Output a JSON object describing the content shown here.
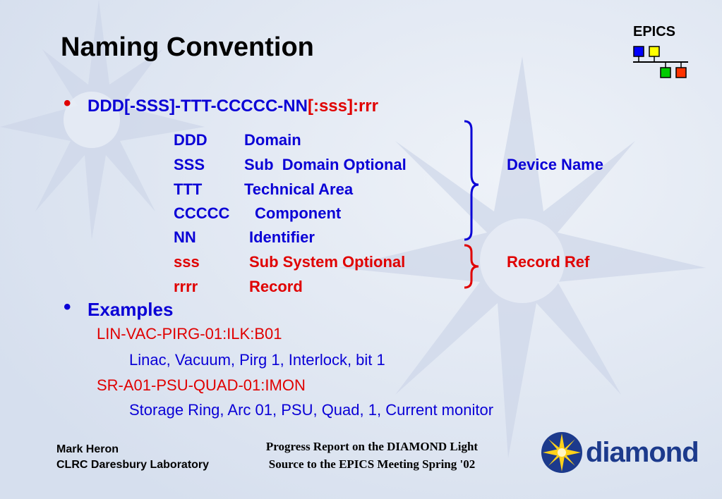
{
  "slide": {
    "title": "Naming Convention",
    "epics_label": "EPICS"
  },
  "format": {
    "blue": "DDD[-SSS]-TTT-CCCCC-NN",
    "red": "[:sss]:rrr"
  },
  "fields": [
    {
      "code": "DDD",
      "desc": "Domain",
      "color": "#0a00d6"
    },
    {
      "code": "SSS",
      "desc": "Sub  Domain Optional",
      "color": "#0a00d6"
    },
    {
      "code": "TTT",
      "desc": "Technical Area",
      "color": "#0a00d6"
    },
    {
      "code": "CCCCC",
      "desc": "Component",
      "color": "#0a00d6"
    },
    {
      "code": "NN",
      "desc": "Identifier",
      "color": "#0a00d6"
    },
    {
      "code": "sss",
      "desc": "Sub System Optional",
      "color": "#e00000"
    },
    {
      "code": "rrrr",
      "desc": "Record",
      "color": "#e00000"
    }
  ],
  "groups": {
    "device_name": "Device Name",
    "record_ref": "Record Ref"
  },
  "examples": {
    "heading": "Examples",
    "items": [
      {
        "code": "LIN-VAC-PIRG-01:ILK:B01",
        "desc": "Linac, Vacuum, Pirg 1, Interlock, bit 1"
      },
      {
        "code": "SR-A01-PSU-QUAD-01:IMON",
        "desc": "Storage Ring, Arc 01, PSU, Quad, 1, Current monitor"
      }
    ]
  },
  "footer": {
    "author": "Mark Heron",
    "org": "CLRC Daresbury Laboratory",
    "report_line1": "Progress Report on the DIAMOND Light",
    "report_line2": "Source to the EPICS Meeting Spring '02",
    "logo_text": "diamond"
  },
  "colors": {
    "blue": "#0a00d6",
    "red": "#e00000",
    "background": "#dfe6f1"
  }
}
